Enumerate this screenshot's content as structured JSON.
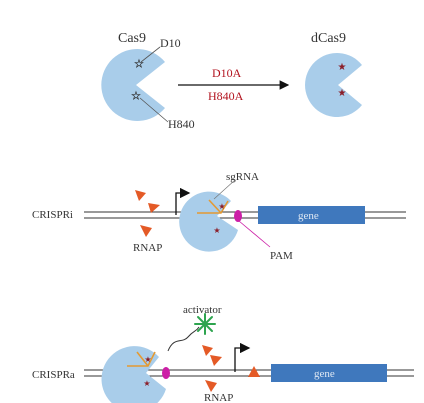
{
  "top": {
    "cas9_label": "Cas9",
    "dcas9_label": "dCas9",
    "d10_label": "D10",
    "h840_label": "H840",
    "mutation_1": "D10A",
    "mutation_2": "H840A"
  },
  "crispri": {
    "row_label": "CRISPRi",
    "sgrna_label": "sgRNA",
    "rnap_label": "RNAP",
    "pam_label": "PAM",
    "gene_label": "gene"
  },
  "crispra": {
    "row_label": "CRISPRa",
    "activator_label": "activator",
    "rnap_label": "RNAP",
    "gene_label": "gene"
  },
  "colors": {
    "protein": "#a9cdea",
    "gene": "#3f78bd",
    "rnap": "#e45a26",
    "pam": "#cc1fa6",
    "sgrna": "#e49a33",
    "activator": "#2ea44f",
    "mutation_text": "#b2121e"
  }
}
